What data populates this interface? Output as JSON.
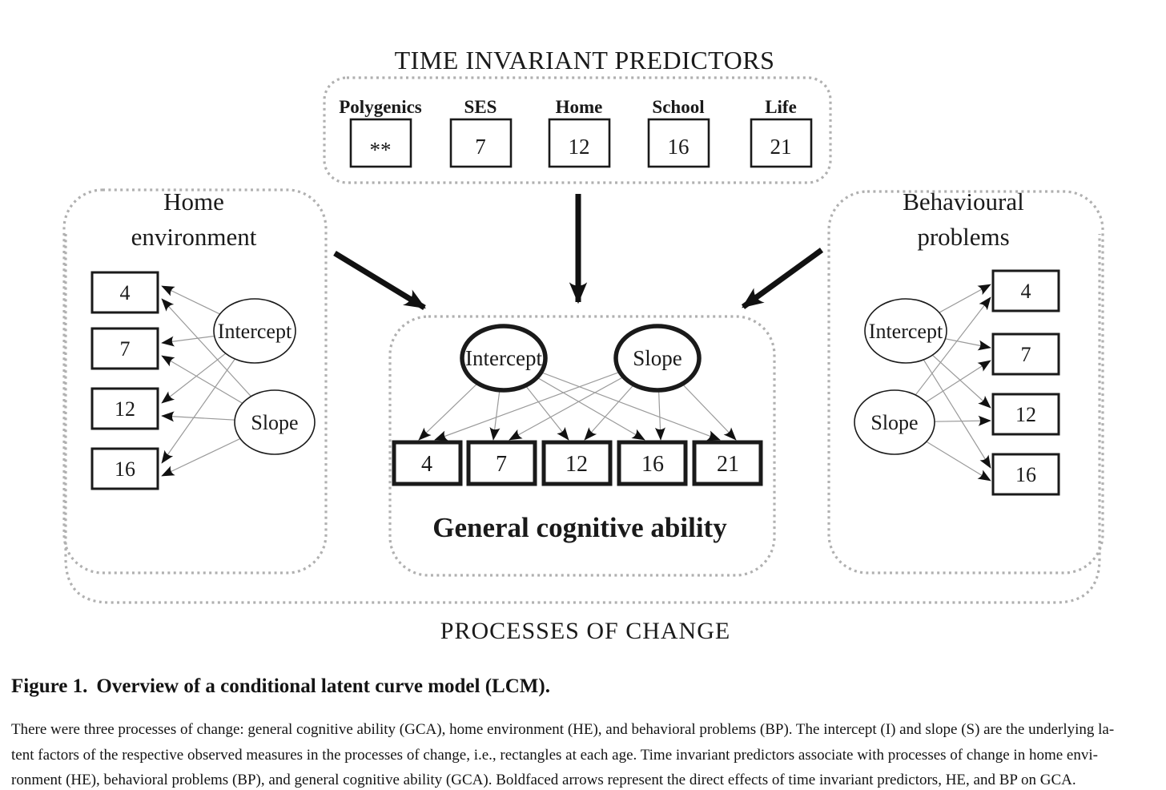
{
  "diagram": {
    "time_invariant": {
      "title": "TIME INVARIANT PREDICTORS",
      "predictors": [
        {
          "label": "Polygenics",
          "value": "**"
        },
        {
          "label": "SES",
          "value": "7"
        },
        {
          "label": "Home",
          "value": "12"
        },
        {
          "label": "School",
          "value": "16"
        },
        {
          "label": "Life",
          "value": "21"
        }
      ]
    },
    "home_environment": {
      "title_line1": "Home",
      "title_line2": "environment",
      "intercept": "Intercept",
      "slope": "Slope",
      "ages": [
        "4",
        "7",
        "12",
        "16"
      ]
    },
    "behavioural_problems": {
      "title_line1": "Behavioural",
      "title_line2": "problems",
      "intercept": "Intercept",
      "slope": "Slope",
      "ages": [
        "4",
        "7",
        "12",
        "16"
      ]
    },
    "gca": {
      "intercept": "Intercept",
      "slope": "Slope",
      "ages": [
        "4",
        "7",
        "12",
        "16",
        "21"
      ],
      "title": "General cognitive ability"
    },
    "footer_label": "PROCESSES OF CHANGE"
  },
  "caption": {
    "figure_label": "Figure 1.",
    "figure_title": "Overview of a conditional latent curve model (LCM).",
    "body_lines": [
      "There were three processes of change: general cognitive ability (GCA), home environment (HE), and behavioral problems (BP). The intercept (I) and slope (S) are the underlying la-",
      "tent factors of the respective observed measures in the processes of change, i.e., rectangles at each age. Time invariant predictors associate with processes of change in home envi-",
      "ronment (HE), behavioral problems (BP), and general cognitive ability (GCA). Boldfaced arrows represent the direct effects of time invariant predictors, HE, and BP on GCA."
    ]
  },
  "colors": {
    "ink": "#1a1a1a",
    "dotted_border": "#b0b0b0",
    "thin_path": "#9a9a9a"
  }
}
